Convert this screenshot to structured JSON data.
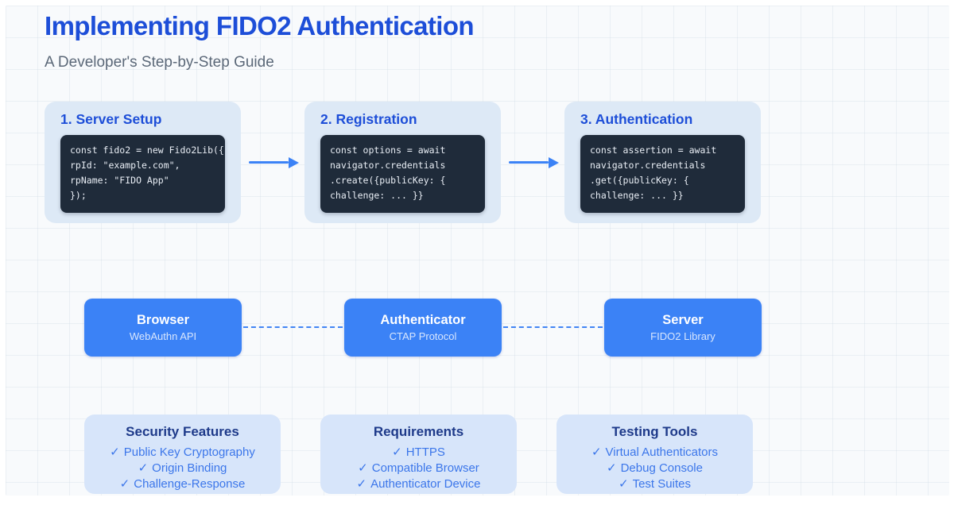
{
  "header": {
    "title": "Implementing FIDO2 Authentication",
    "subtitle": "A Developer's Step-by-Step Guide"
  },
  "steps": [
    {
      "title": "1. Server Setup",
      "code": "const fido2 = new Fido2Lib({\nrpId: \"example.com\",\nrpName: \"FIDO App\"\n});"
    },
    {
      "title": "2. Registration",
      "code": "const options = await\nnavigator.credentials\n.create({publicKey: {\nchallenge: ... }}"
    },
    {
      "title": "3. Authentication",
      "code": "const assertion = await\nnavigator.credentials\n.get({publicKey: {\nchallenge: ... }}"
    }
  ],
  "components": [
    {
      "name": "Browser",
      "detail": "WebAuthn API"
    },
    {
      "name": "Authenticator",
      "detail": "CTAP Protocol"
    },
    {
      "name": "Server",
      "detail": "FIDO2 Library"
    }
  ],
  "info_cards": [
    {
      "title": "Security Features",
      "items": [
        "Public Key Cryptography",
        "Origin Binding",
        "Challenge-Response"
      ]
    },
    {
      "title": "Requirements",
      "items": [
        "HTTPS",
        "Compatible Browser",
        "Authenticator Device"
      ]
    },
    {
      "title": "Testing Tools",
      "items": [
        "Virtual Authenticators",
        "Debug Console",
        "Test Suites"
      ]
    }
  ],
  "check": "✓",
  "colors": {
    "title_blue": "#1d4ed8",
    "accent_blue": "#3b82f6",
    "heading_navy": "#1e3a8a",
    "item_blue": "#3b76ea",
    "code_bg": "#1f2b3a",
    "step_card_bg": "#dde9f6",
    "info_card_bg": "#d7e5fa",
    "subtitle_gray": "#5b6878",
    "canvas_bg": "#f8fafc"
  }
}
